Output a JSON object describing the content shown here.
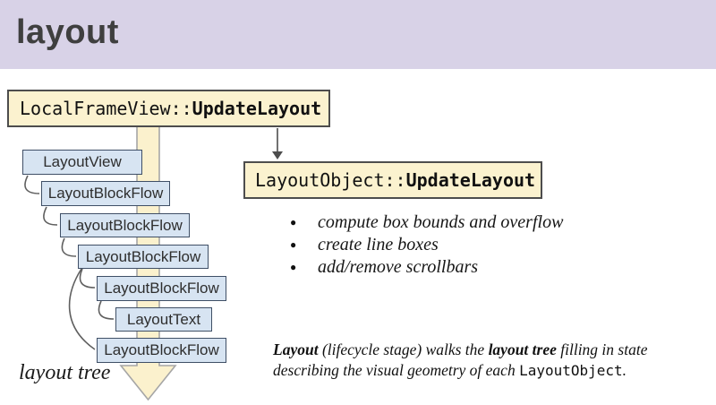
{
  "header": {
    "title": "layout"
  },
  "colors": {
    "header_bg": "#d8d2e7",
    "header_text": "#3f3f3f",
    "box_yellow_fill": "#fbf2cf",
    "box_yellow_border": "#4d4d4d",
    "band_fill": "#fbf1cd",
    "band_border": "#a6a6a6",
    "node_blue_fill": "#d7e4f2",
    "node_blue_border": "#3f4f66",
    "connector_gray": "#5f5f5f",
    "text_dark": "#1a1a1a"
  },
  "frame_box": {
    "scope": "LocalFrameView::",
    "method": "UpdateLayout"
  },
  "object_box": {
    "scope": "LayoutObject::",
    "method": "UpdateLayout"
  },
  "tree": {
    "caption": "layout tree",
    "nodes": [
      {
        "label": "LayoutView"
      },
      {
        "label": "LayoutBlockFlow"
      },
      {
        "label": "LayoutBlockFlow"
      },
      {
        "label": "LayoutBlockFlow"
      },
      {
        "label": "LayoutBlockFlow"
      },
      {
        "label": "LayoutText"
      },
      {
        "label": "LayoutBlockFlow"
      }
    ]
  },
  "bullets": [
    "compute box bounds and overflow",
    "create line boxes",
    "add/remove scrollbars"
  ],
  "footer": {
    "lead_bold": "Layout",
    "body_1": " (lifecycle stage) walks the ",
    "tree_bold": "layout tree",
    "body_2": " filling in state",
    "body_3": "describing the visual geometry of each ",
    "code": "LayoutObject",
    "period": "."
  }
}
